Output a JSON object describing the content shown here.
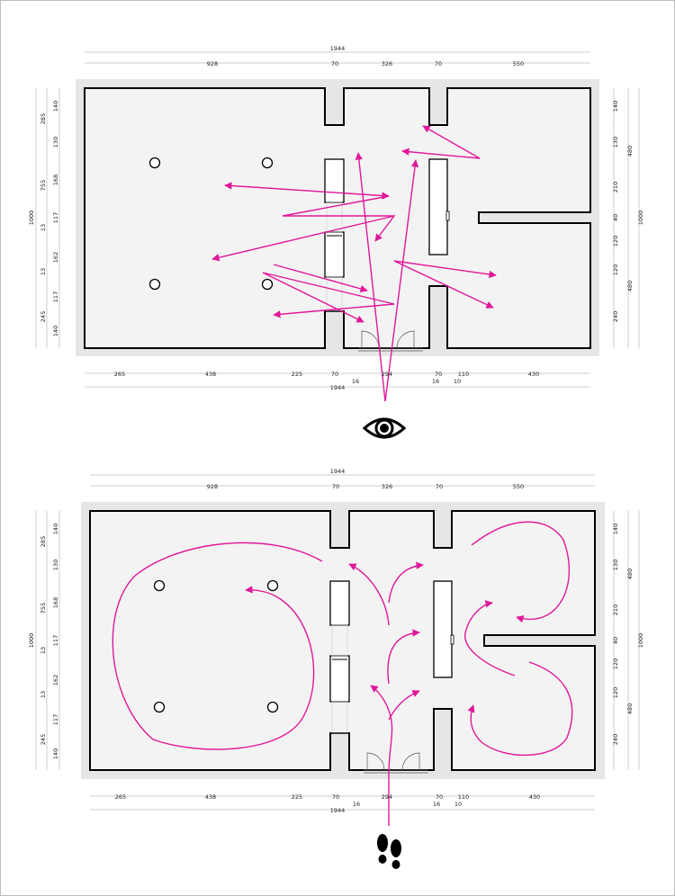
{
  "plans": [
    {
      "id": "plan-top",
      "viewer_icon": "eye-icon",
      "top_dims": {
        "total": "1944",
        "segments": [
          "928",
          "70",
          "326",
          "70",
          "550"
        ]
      },
      "bottom_dims": {
        "segments": [
          "265",
          "438",
          "225",
          "70",
          "294",
          "70",
          "110",
          "430"
        ],
        "sub": [
          "16",
          "16",
          "10"
        ],
        "total": "1944"
      },
      "left_dims": {
        "outer": "1000",
        "mid": [
          "285",
          "755"
        ],
        "inner": [
          "140",
          "130",
          "168",
          "117",
          "13",
          "162",
          "13",
          "117",
          "245",
          "140"
        ]
      },
      "right_dims": {
        "outer": "1000",
        "mid": [
          "480",
          "480"
        ],
        "inner": [
          "140",
          "130",
          "210",
          "40",
          "120",
          "120",
          "240"
        ]
      }
    },
    {
      "id": "plan-bottom",
      "viewer_icon": "footsteps-icon",
      "top_dims": {
        "total": "1944",
        "segments": [
          "928",
          "70",
          "326",
          "70",
          "550"
        ]
      },
      "bottom_dims": {
        "segments": [
          "265",
          "438",
          "225",
          "70",
          "294",
          "70",
          "110",
          "430"
        ],
        "sub": [
          "16",
          "16",
          "10"
        ],
        "total": "1944"
      },
      "left_dims": {
        "outer": "1000",
        "mid": [
          "285",
          "755"
        ],
        "inner": [
          "140",
          "130",
          "168",
          "117",
          "13",
          "162",
          "13",
          "117",
          "245",
          "140"
        ]
      },
      "right_dims": {
        "outer": "1000",
        "mid": [
          "480",
          "480"
        ],
        "inner": [
          "140",
          "130",
          "210",
          "40",
          "120",
          "120",
          "240"
        ]
      }
    }
  ],
  "colors": {
    "path": "#e0189a",
    "wall": "#000000",
    "floor": "#f3f3f3",
    "margin": "#e6e6e6"
  }
}
